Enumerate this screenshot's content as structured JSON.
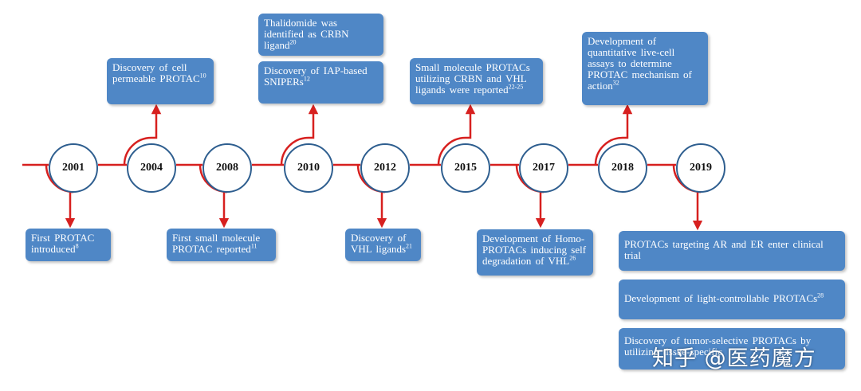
{
  "years": [
    "2001",
    "2004",
    "2008",
    "2010",
    "2012",
    "2015",
    "2017",
    "2018",
    "2019"
  ],
  "events": [
    {
      "text": "Discovery of cell permeable PROTAC",
      "ref": "10"
    },
    {
      "text": "Thalidomide was identified as CRBN ligand",
      "ref": "20"
    },
    {
      "text": "Discovery of IAP-based SNIPERs",
      "ref": "12"
    },
    {
      "text": "Small molecule PROTACs utilizing CRBN and VHL ligands were reported",
      "ref": "22-25"
    },
    {
      "text": "Development of quantitative live-cell assays to determine PROTAC mechanism of action",
      "ref": "32"
    },
    {
      "text": "First PROTAC introduced",
      "ref": "8"
    },
    {
      "text": "First small molecule PROTAC reported",
      "ref": "11"
    },
    {
      "text": "Discovery of VHL ligands",
      "ref": "21"
    },
    {
      "text": "Development of Homo-PROTACs inducing self degradation of VHL",
      "ref": "26"
    },
    {
      "text": "PROTACs targeting AR and ER enter clinical trial",
      "ref": ""
    },
    {
      "text": "Development of light-controllable PROTACs",
      "ref": "28"
    },
    {
      "text": "Discovery of tumor-selective PROTACs by utilizing tissue-specific",
      "ref": ""
    }
  ],
  "watermark": "知乎 @医药魔方",
  "colors": {
    "line": "#d7201f",
    "box": "#4f87c6",
    "circle_border": "#2e5e8f"
  }
}
